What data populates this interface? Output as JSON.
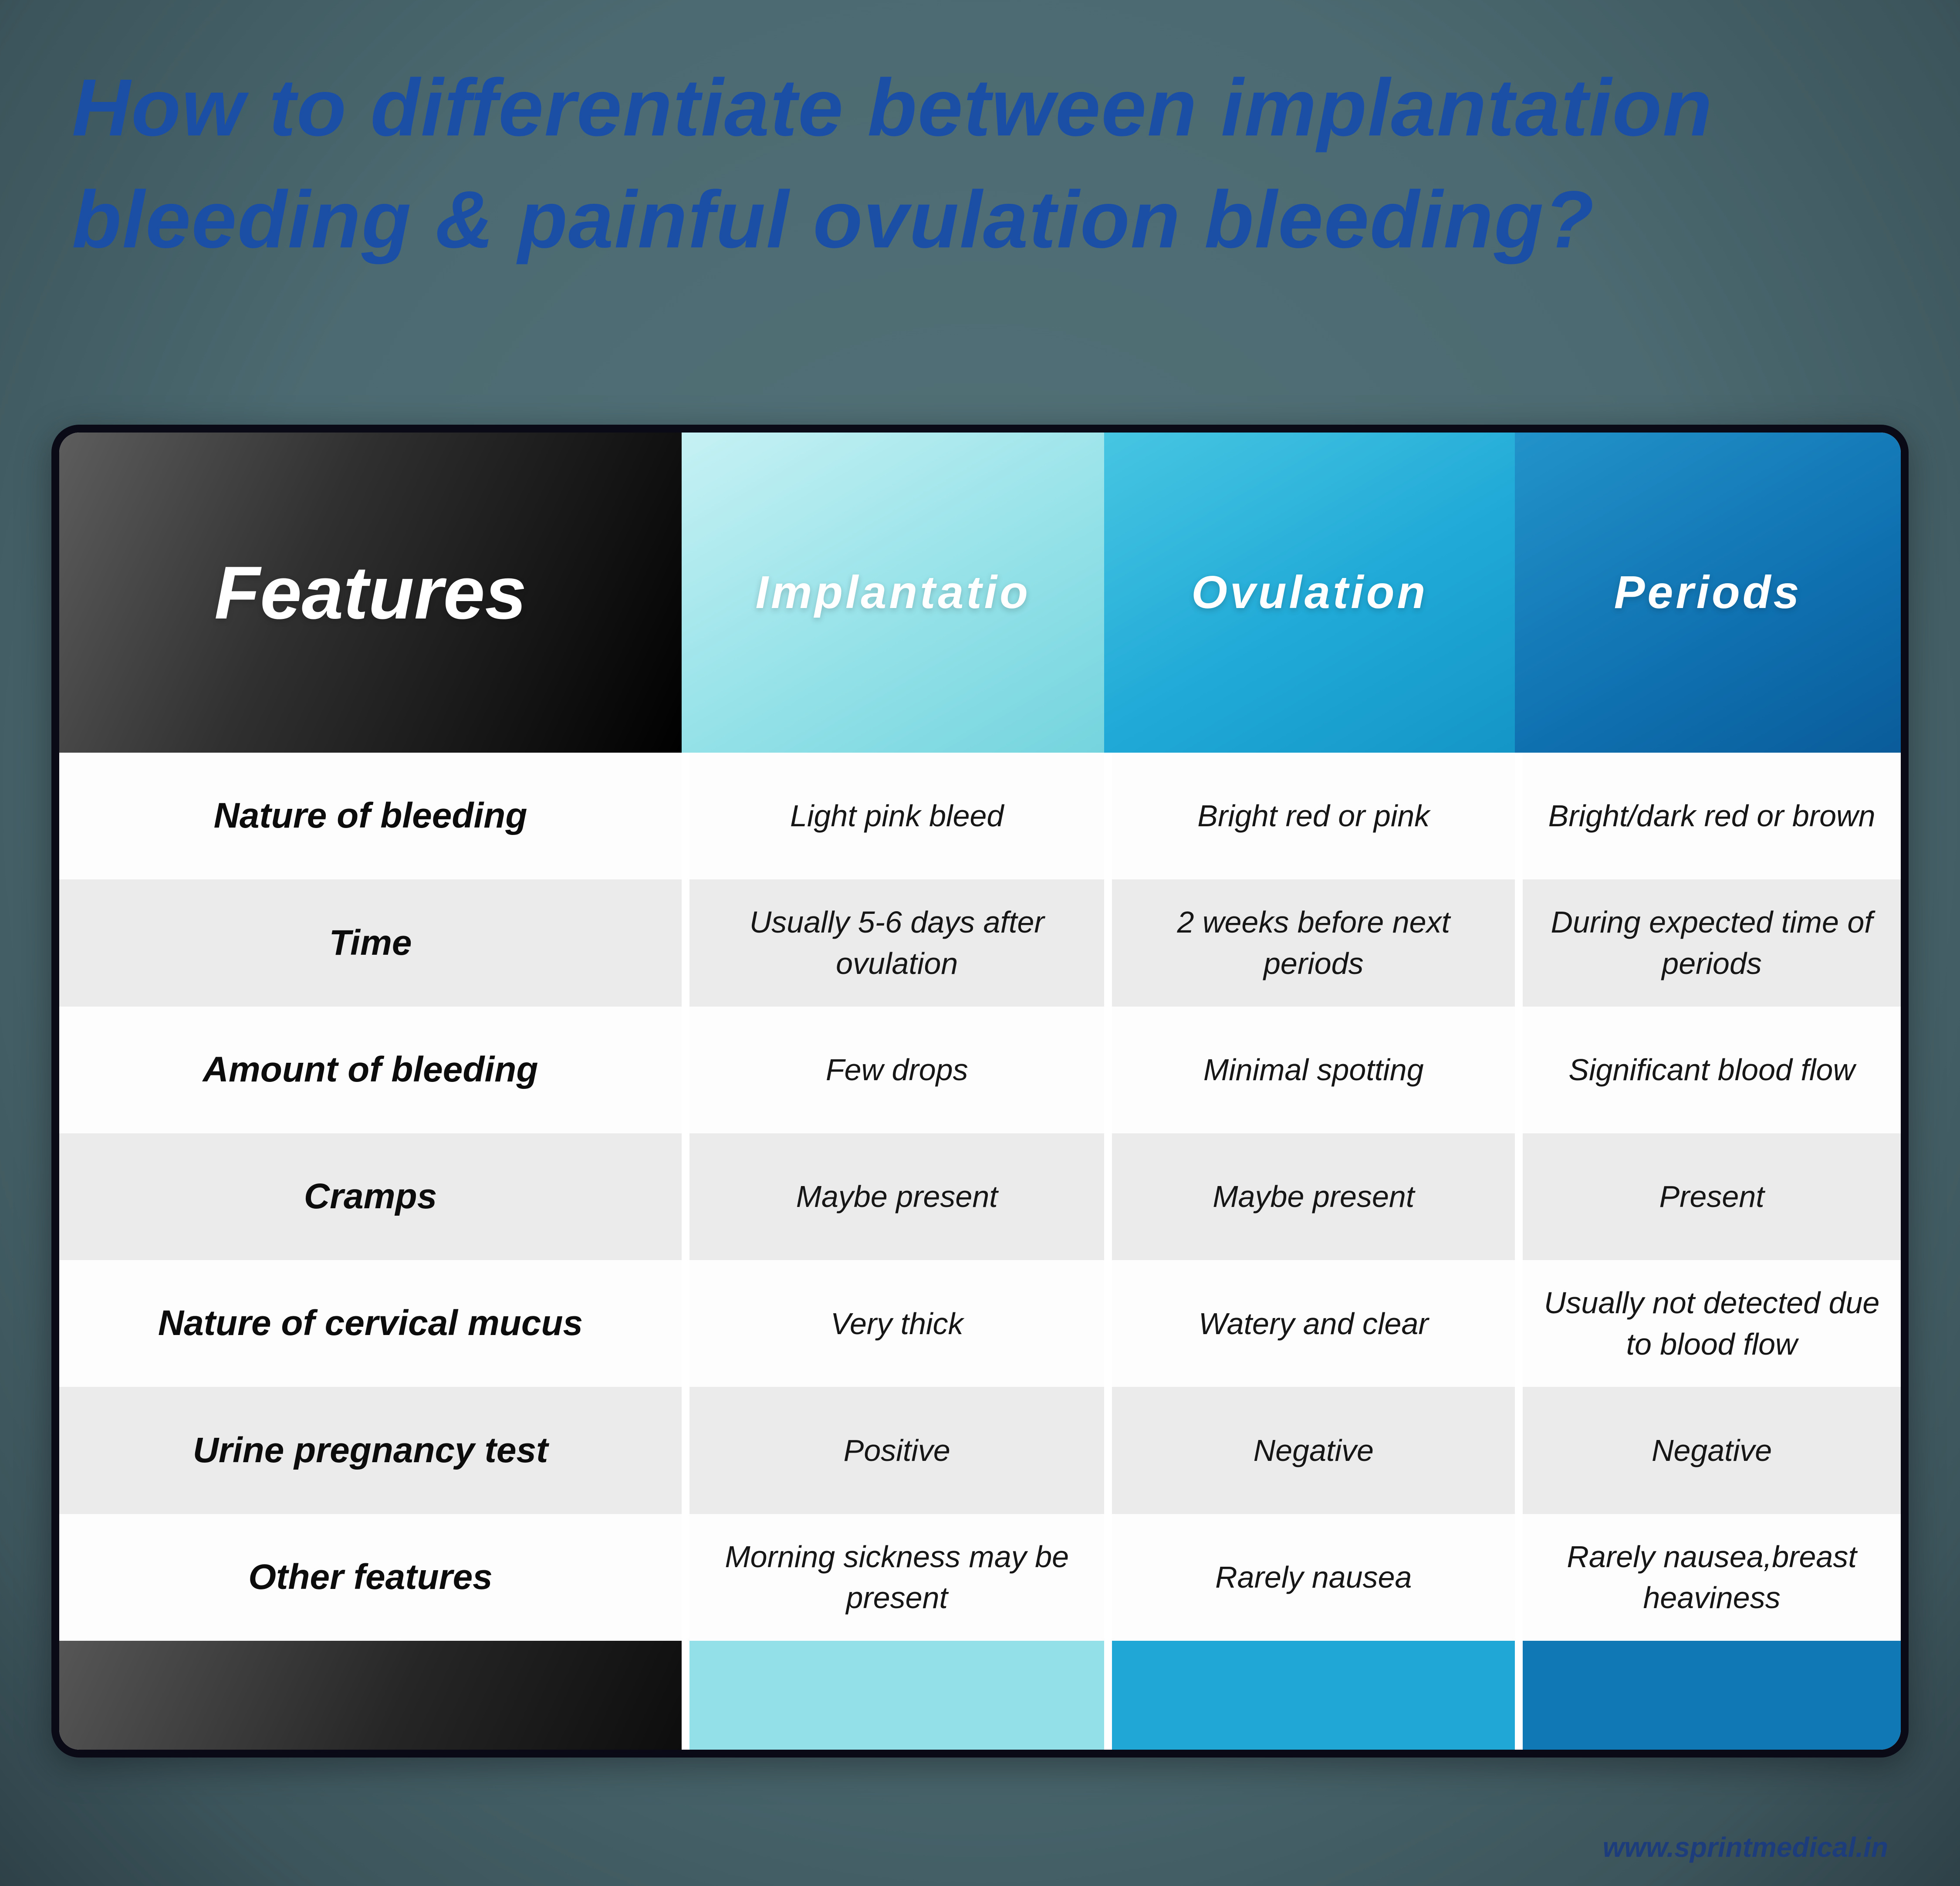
{
  "page": {
    "title": "How to differentiate between implantation bleeding & painful ovulation bleeding?",
    "footer": "www.sprintmedical.in"
  },
  "colors": {
    "background": "#4c6a71",
    "title_text": "#1b4fa6",
    "table_border": "#0a0a16",
    "features_header": "#1a1a1a",
    "implantation_header": "#8fdfe8",
    "ovulation_header": "#1ba4d2",
    "periods_header": "#0e6eae",
    "zebra_light": "#fdfdfd",
    "zebra_dark": "#ebebeb"
  },
  "chart_data": {
    "type": "table",
    "title": "How to differentiate between implantation bleeding & painful ovulation bleeding?",
    "columns": [
      "Features",
      "Implantatio",
      "Ovulation",
      "Periods"
    ],
    "rows": [
      [
        "Nature of bleeding",
        "Light pink bleed",
        "Bright red or pink",
        "Bright/dark red or brown"
      ],
      [
        "Time",
        "Usually 5-6 days after ovulation",
        "2 weeks before next periods",
        "During expected time of periods"
      ],
      [
        "Amount of bleeding",
        "Few drops",
        "Minimal spotting",
        "Significant blood flow"
      ],
      [
        "Cramps",
        "Maybe present",
        "Maybe present",
        "Present"
      ],
      [
        "Nature of cervical mucus",
        "Very thick",
        "Watery and clear",
        "Usually not detected due to blood flow"
      ],
      [
        "Urine pregnancy test",
        "Positive",
        "Negative",
        "Negative"
      ],
      [
        "Other features",
        "Morning sickness may be present",
        "Rarely nausea",
        "Rarely nausea,breast heaviness"
      ]
    ],
    "legend_position": "none",
    "grid": "zebra-rows"
  }
}
